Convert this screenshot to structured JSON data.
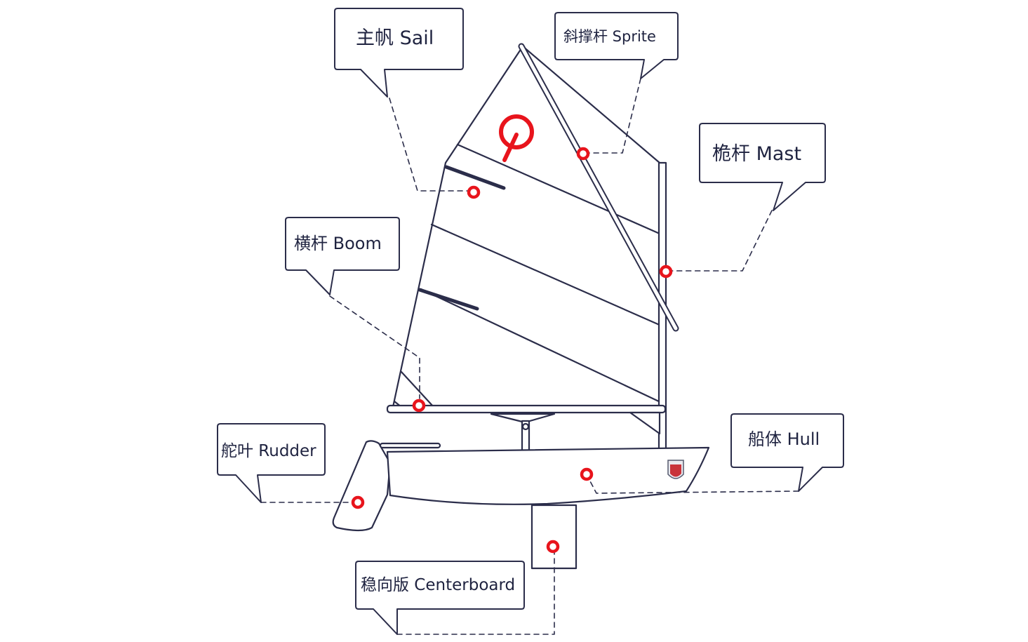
{
  "labels": {
    "sail": "主帆 Sail",
    "sprite": "斜撑杆 Sprite",
    "mast": "桅杆 Mast",
    "boom": "横杆 Boom",
    "rudder": "舵叶 Rudder",
    "hull": "船体 Hull",
    "centerboard": "稳向版 Centerboard"
  },
  "colors": {
    "outline": "#2b2d4a",
    "marker": "#e8141c",
    "background": "#ffffff"
  }
}
